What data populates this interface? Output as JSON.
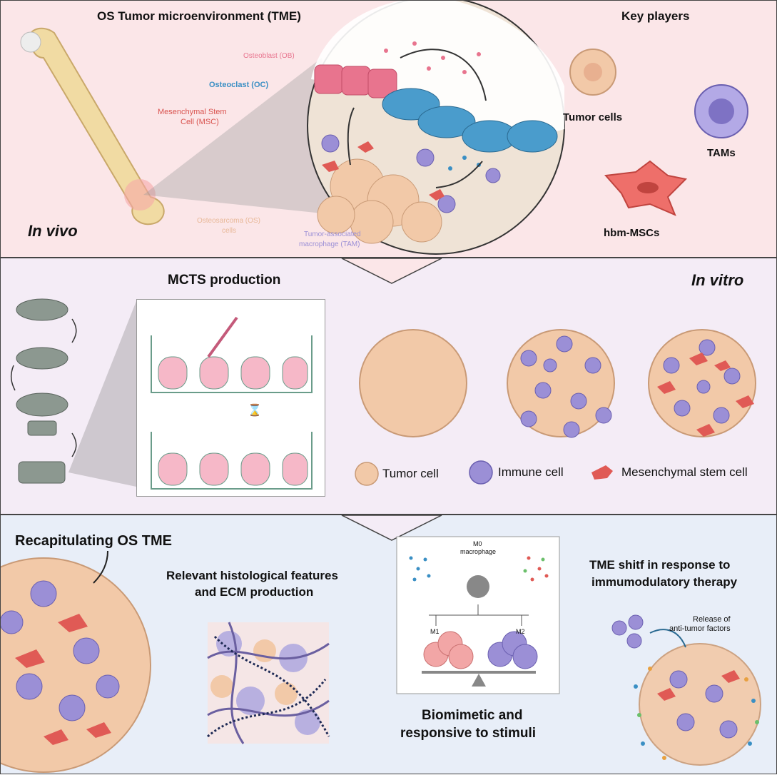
{
  "panel_top": {
    "title": "OS Tumor microenvironment (TME)",
    "label_in_vivo": "In vivo",
    "key_players_title": "Key players",
    "labels": {
      "osteoblast": "Osteoblast (OB)",
      "osteoclast": "Osteoclast (OC)",
      "msc_line1": "Mesenchymal Stem",
      "msc_line2": "Cell (MSC)",
      "os_line1": "Osteosarcoma (OS)",
      "os_line2": "cells",
      "tam_line1": "Tumor-associated",
      "tam_line2": "macrophage (TAM)"
    },
    "players": {
      "tumor": "Tumor cells",
      "tams": "TAMs",
      "msc": "hbm-MSCs"
    },
    "colors": {
      "osteoblast": "#e8748e",
      "osteoclast": "#3a8fc4",
      "msc": "#d9534f",
      "os": "#e8b898",
      "tam": "#9b8fd6"
    }
  },
  "panel_mid": {
    "title": "MCTS production",
    "label_in_vitro": "In vitro",
    "legend": {
      "tumor": "Tumor cell",
      "immune": "Immune cell",
      "msc": "Mesenchymal stem cell"
    }
  },
  "panel_bottom": {
    "title": "Recapitulating OS TME",
    "histology_line1": "Relevant histological features",
    "histology_line2": "and ECM production",
    "m0_line1": "M0",
    "m0_line2": "macrophage",
    "m1": "M1",
    "m2": "M2",
    "biomimetic_line1": "Biomimetic and",
    "biomimetic_line2": "responsive to stimuli",
    "tme_line1": "TME shitf in response to",
    "tme_line2": "immumodulatory therapy",
    "release_line1": "Release of",
    "release_line2": "anti-tumor factors"
  }
}
